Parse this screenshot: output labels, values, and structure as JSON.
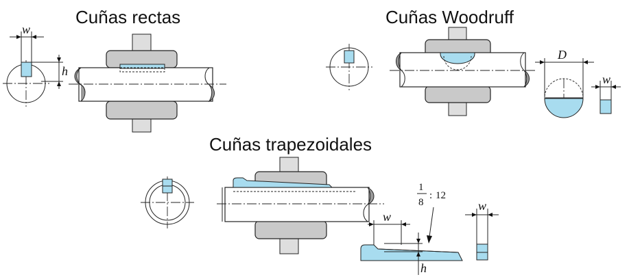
{
  "titles": {
    "straight": "Cuñas rectas",
    "woodruff": "Cuñas Woodruff",
    "tapered": "Cuñas trapezoidales"
  },
  "labels": {
    "w": "w",
    "h": "h",
    "D": "D"
  },
  "taper": {
    "numerator": "1",
    "denominator": "8",
    "colon": ":",
    "ratio": "12"
  },
  "colors": {
    "key": "#a8dcef",
    "hub": "#c9c9c9",
    "shaft_break": "#9a9a9a",
    "line": "#222222"
  }
}
